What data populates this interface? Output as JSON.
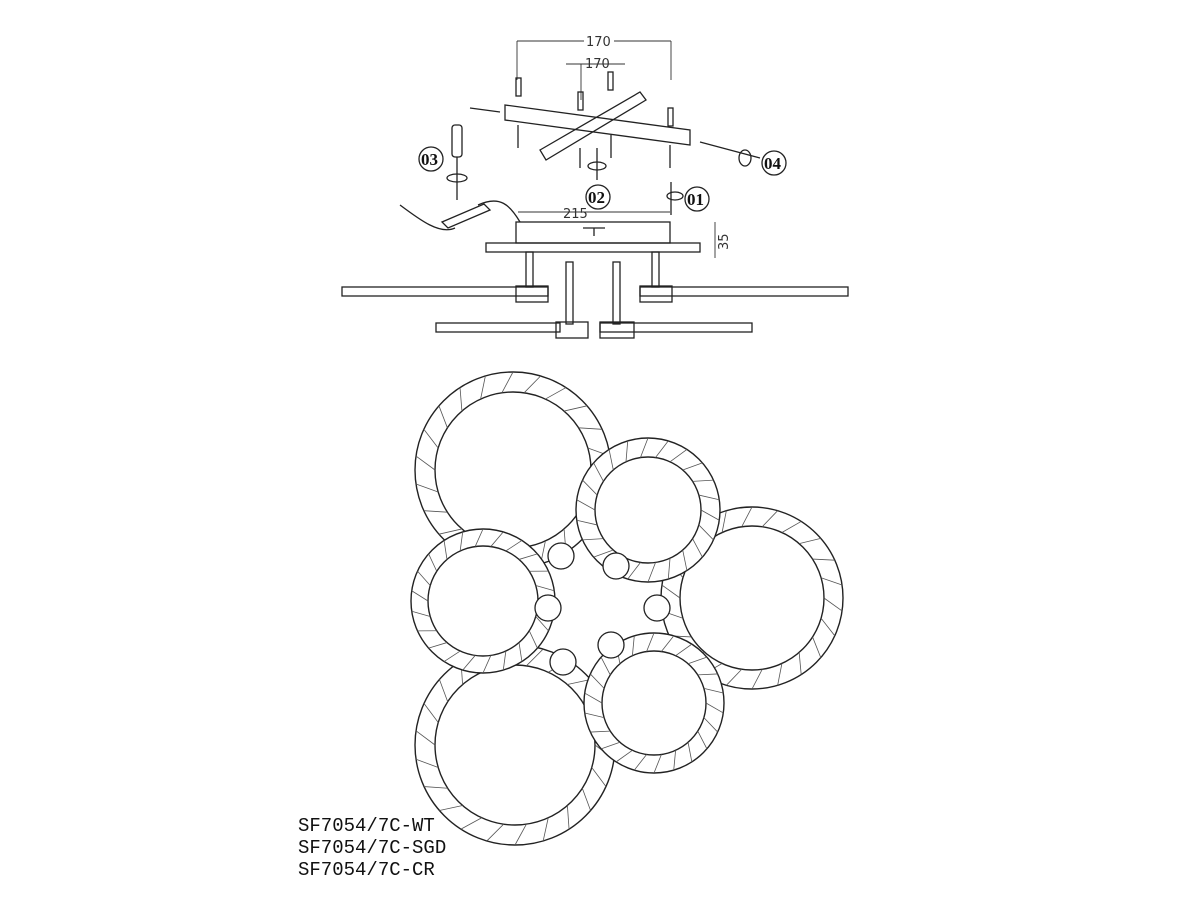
{
  "dimensions": {
    "top_width": "170",
    "inner_width": "170",
    "plate_width": "215",
    "height": "35"
  },
  "steps": [
    "03",
    "02",
    "01",
    "04"
  ],
  "models": [
    "SF7054/7C-WT",
    "SF7054/7C-SGD",
    "SF7054/7C-CR"
  ],
  "colors": {
    "line": "#222222",
    "background": "#ffffff"
  }
}
